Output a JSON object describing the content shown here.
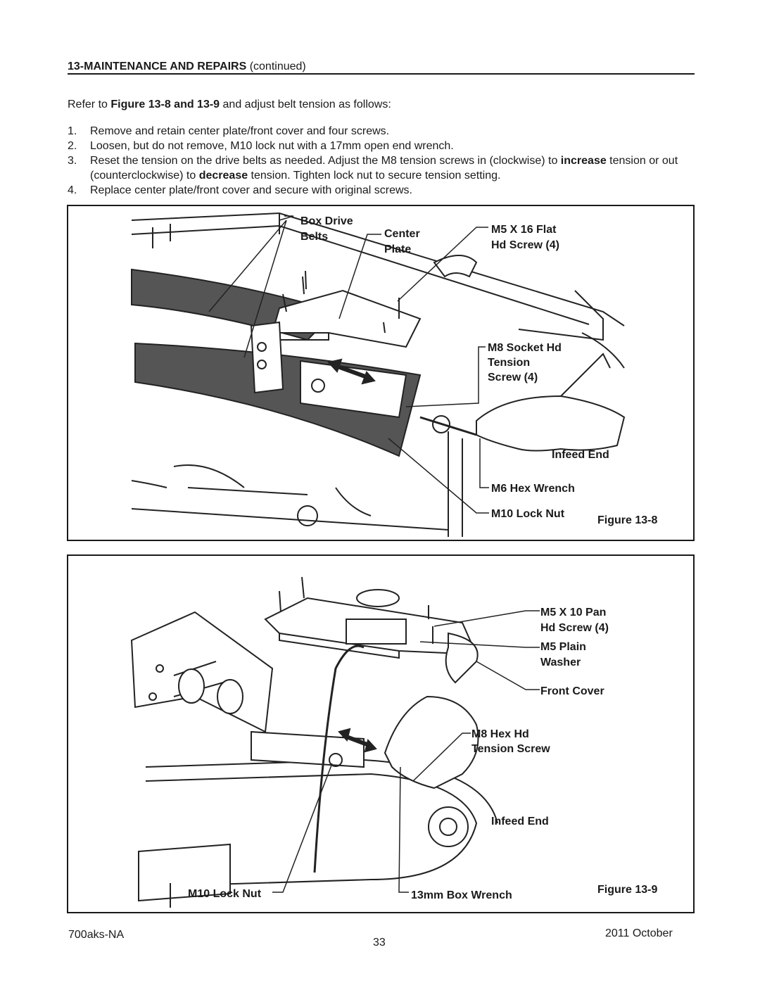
{
  "header": {
    "section_bold": "13-MAINTENANCE AND REPAIRS",
    "section_suffix": "(continued)"
  },
  "intro": {
    "prefix": "Refer to ",
    "bold_ref": "Figure 13-8 and 13-9",
    "suffix": " and adjust belt tension as follows:"
  },
  "steps": [
    {
      "num": "1.",
      "text": "Remove and retain center plate/front cover and four screws."
    },
    {
      "num": "2.",
      "text": "Loosen, but do not remove, M10 lock nut with a 17mm open end wrench."
    },
    {
      "num": "3.",
      "pre": "Reset the tension on the drive belts as needed. Adjust the M8 tension screws in (clockwise) to ",
      "bold1": "increase",
      "mid": " tension or out (counterclockwise) to ",
      "bold2": "decrease",
      "post": " tension. Tighten lock nut to secure tension setting."
    },
    {
      "num": "4.",
      "text": "Replace center plate/front cover and secure with original screws."
    }
  ],
  "figure8": {
    "caption": "Figure 13-8",
    "labels": {
      "box_drive": "Box Drive",
      "belts": "Belts",
      "center": "Center",
      "plate": "Plate",
      "m5_flat_1": "M5 X 16 Flat",
      "m5_flat_2": "Hd Screw (4)",
      "m8_socket_1": "M8 Socket Hd",
      "m8_socket_2": "Tension",
      "m8_socket_3": "Screw (4)",
      "infeed_end": "Infeed End",
      "m6_hex": "M6 Hex Wrench",
      "m10_lock": "M10 Lock Nut"
    }
  },
  "figure9": {
    "caption": "Figure 13-9",
    "labels": {
      "m5_pan_1": "M5 X 10 Pan",
      "m5_pan_2": "Hd Screw (4)",
      "m5_plain_1": "M5 Plain",
      "m5_plain_2": "Washer",
      "front_cover": "Front Cover",
      "m8_hex_1": "M8 Hex Hd",
      "m8_hex_2": "Tension Screw",
      "infeed_end": "Infeed End",
      "m10_lock": "M10 Lock Nut",
      "box_wrench": "13mm Box Wrench"
    }
  },
  "footer": {
    "doc_id": "700aks-NA",
    "page_number": "33",
    "date": "2011 October"
  }
}
